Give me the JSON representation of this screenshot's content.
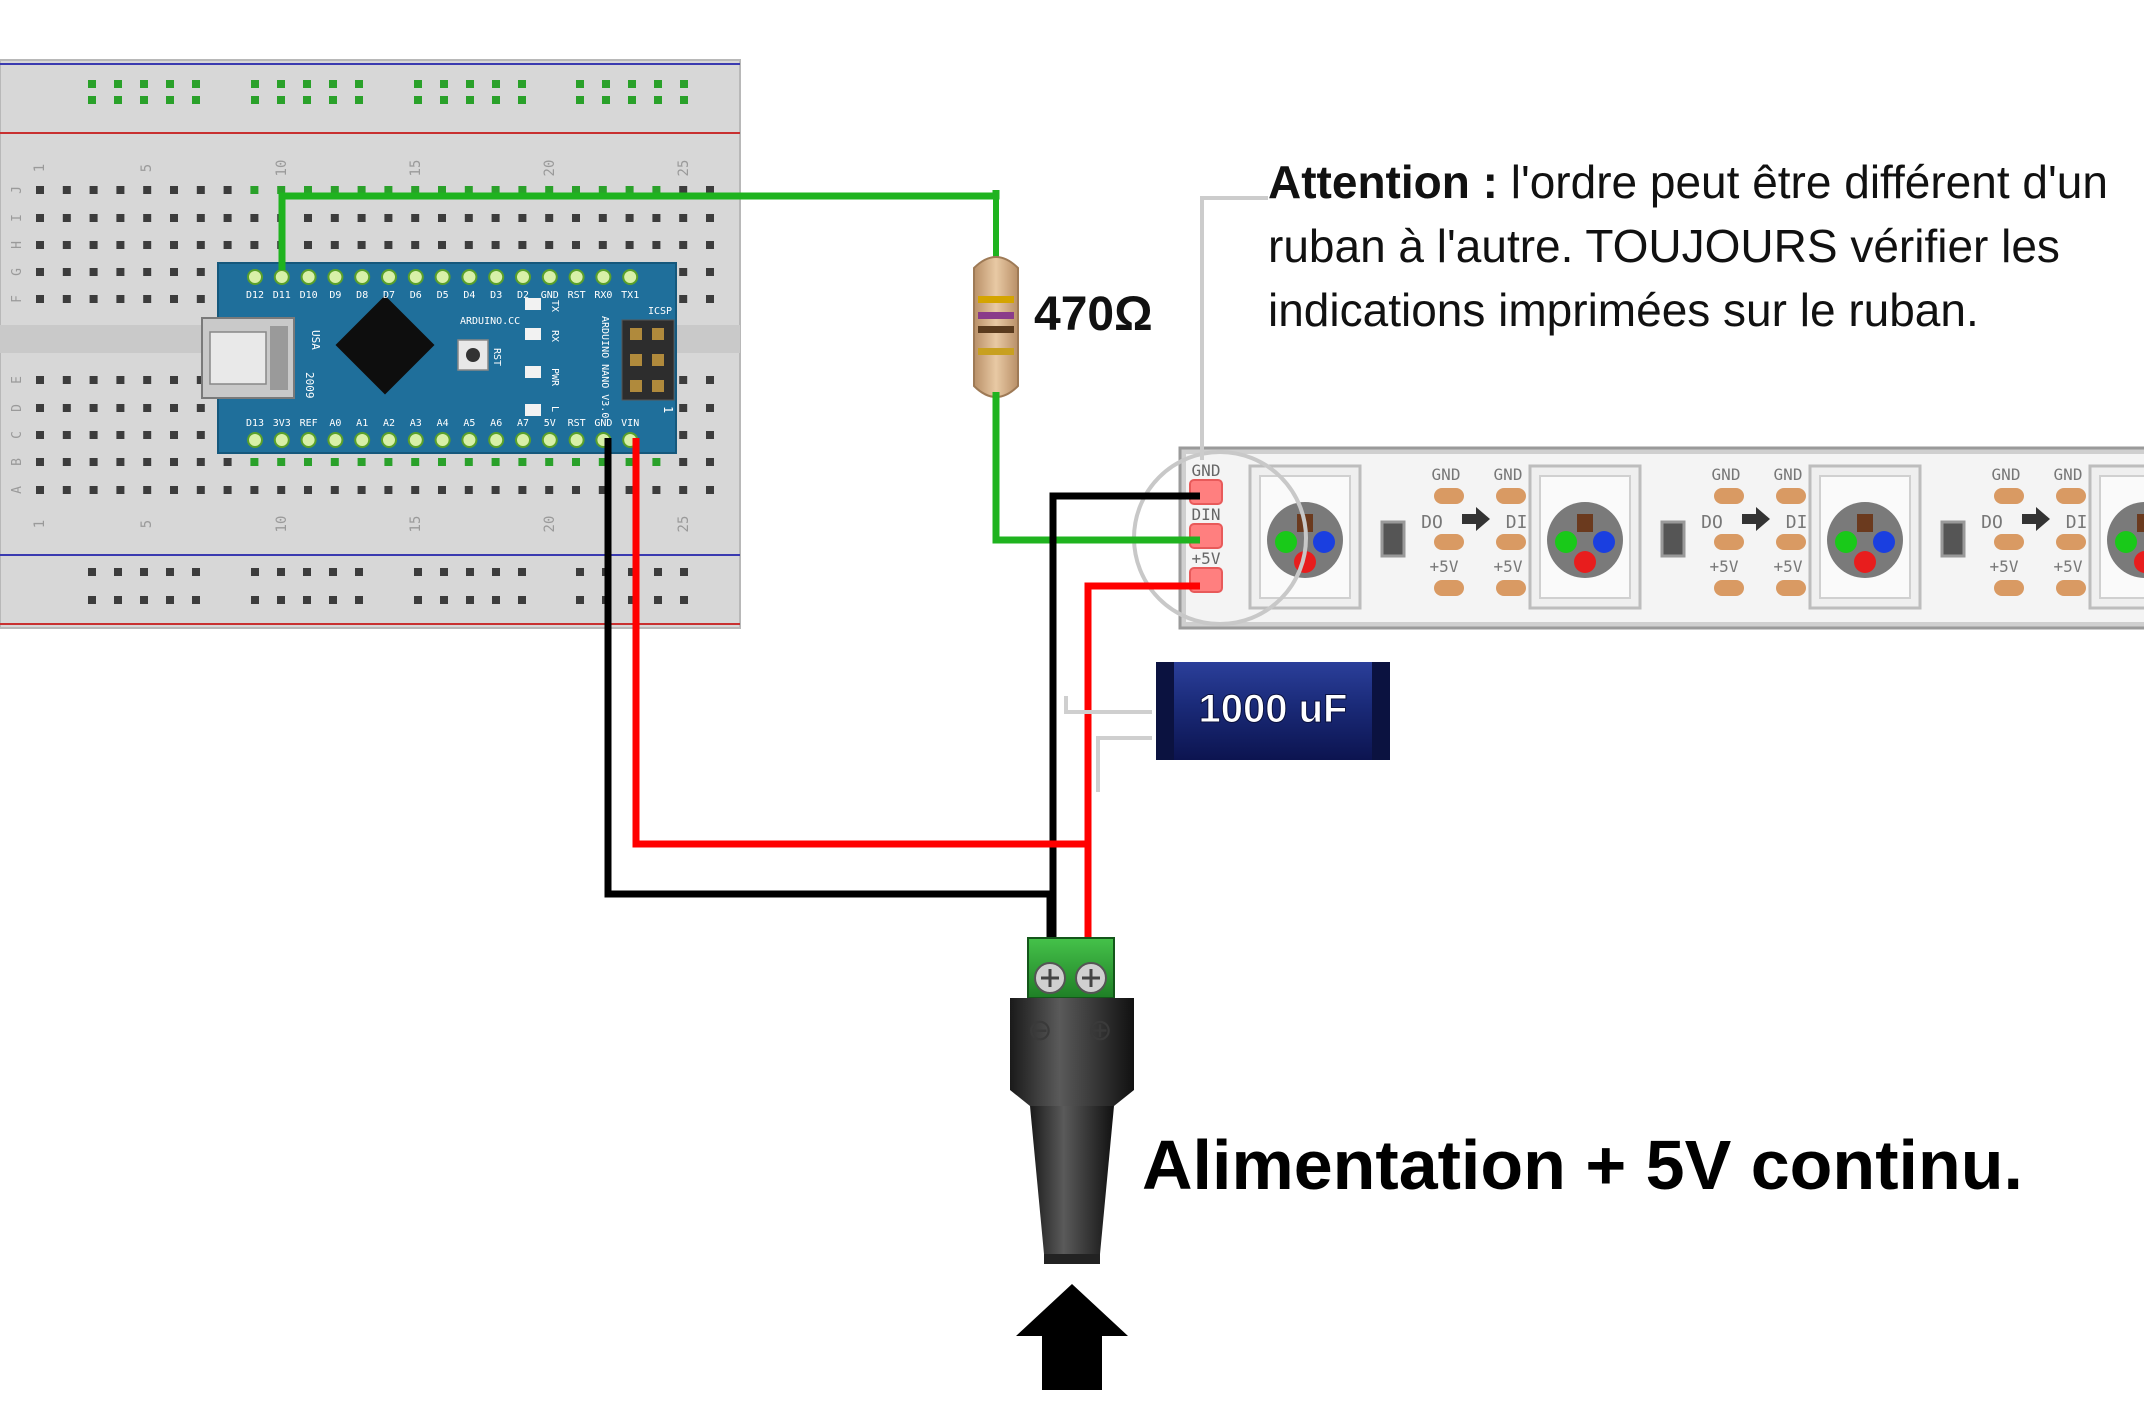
{
  "diagram": {
    "breadboard": {
      "column_numbers": [
        "1",
        "5",
        "10",
        "15",
        "20",
        "25"
      ],
      "row_letters_top": [
        "J",
        "I",
        "H",
        "G",
        "F"
      ],
      "row_letters_bottom": [
        "E",
        "D",
        "C",
        "B",
        "A"
      ]
    },
    "arduino": {
      "top_pins": [
        "D12",
        "D11",
        "D10",
        "D9",
        "D8",
        "D7",
        "D6",
        "D5",
        "D4",
        "D3",
        "D2",
        "GND",
        "RST",
        "RX0",
        "TX1"
      ],
      "bottom_pins": [
        "D13",
        "3V3",
        "REF",
        "A0",
        "A1",
        "A2",
        "A3",
        "A4",
        "A5",
        "A6",
        "A7",
        "5V",
        "RST",
        "GND",
        "VIN"
      ],
      "brand": "ARDUINO.CC",
      "model": "ARDUINO NANO V3.0",
      "usa": "USA",
      "year": "2009",
      "rst": "RST",
      "icsp": "ICSP",
      "led_labels": [
        "TX",
        "RX",
        "PWR",
        "L"
      ],
      "pin1": "1"
    },
    "resistor": {
      "value": "470Ω"
    },
    "capacitor": {
      "value": "1000 uF"
    },
    "led_strip": {
      "end_pads": [
        "GND",
        "DIN",
        "+5V"
      ],
      "segment_pad_labels": {
        "gnd": "GND",
        "do": "DO",
        "din": "DIN",
        "v5": "+5V"
      }
    },
    "note": {
      "bold_prefix": "Attention :",
      "text": " l'ordre peut être différent d'un ruban à l'autre. TOUJOURS vérifier les indications imprimées sur le ruban."
    },
    "power_label": "Alimentation + 5V continu.",
    "wire_colors": {
      "data": "#1fb31f",
      "ground": "#000000",
      "power": "#ff0000"
    },
    "connector_symbols": {
      "minus": "⊖",
      "plus": "⊕"
    }
  }
}
